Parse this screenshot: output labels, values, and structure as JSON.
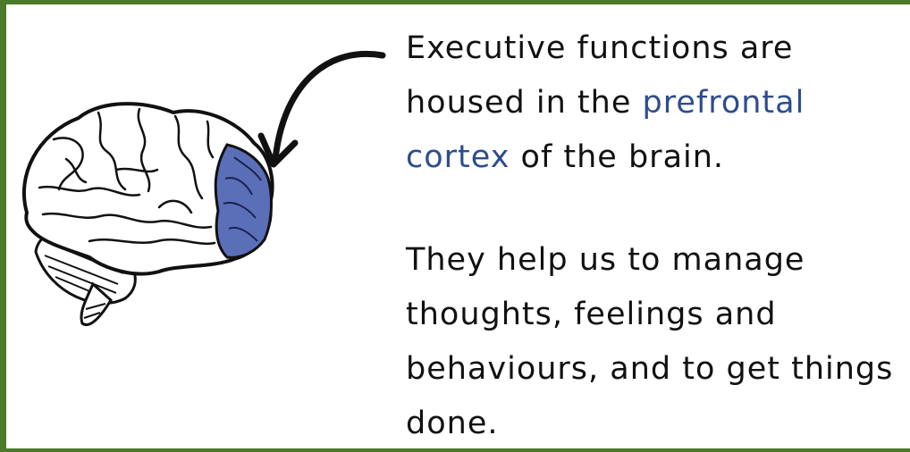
{
  "colors": {
    "frame": "#4a7a2a",
    "highlight_region": "#5b6fb8",
    "highlight_text": "#2e4d8c",
    "ink": "#111111"
  },
  "icons": {
    "brain": "brain-illustration",
    "arrow": "curved-arrow"
  },
  "caption": {
    "p1_before": "Executive functions are housed in the ",
    "p1_highlight": "prefrontal cortex",
    "p1_after": " of the brain.",
    "p2": "They help us to manage thoughts, feelings and behaviours, and to get things done."
  }
}
